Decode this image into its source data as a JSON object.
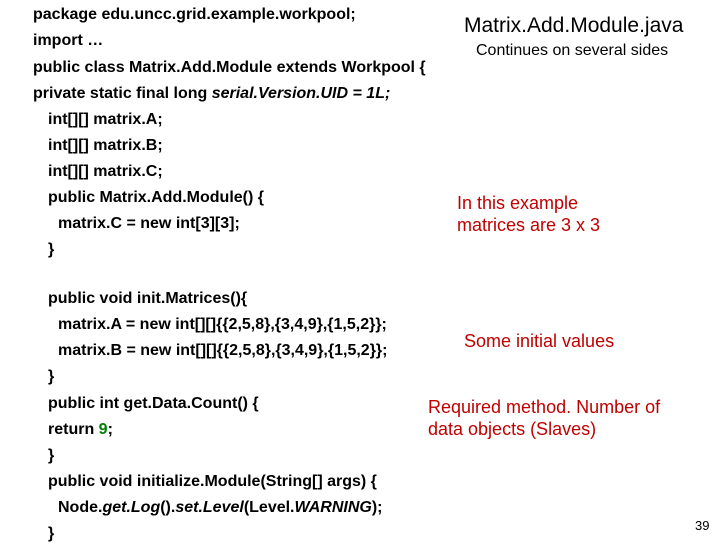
{
  "title": "Matrix.Add.Module.java",
  "subtitle": "Continues on several sides",
  "code": {
    "line1": "package edu.uncc.grid.example.workpool;",
    "line2": "import …",
    "line3": "public class Matrix.Add.Module extends Workpool {",
    "line4_a": "private static final long ",
    "line4_b": "serial.Version.UID = 1L;",
    "line5": "int[][] matrix.A;",
    "line6": "int[][] matrix.B;",
    "line7": "int[][] matrix.C;",
    "line8": "public Matrix.Add.Module() {",
    "line9": "matrix.C = new int[3][3];",
    "line10": "}",
    "line11": "public void init.Matrices(){",
    "line12": "matrix.A = new int[][]{{2,5,8},{3,4,9},{1,5,2}};",
    "line13": "matrix.B = new int[][]{{2,5,8},{3,4,9},{1,5,2}};",
    "line14": "}",
    "line15": "public int get.Data.Count() {",
    "line16_a": "return ",
    "line16_b": "9",
    "line16_c": ";",
    "line17": "}",
    "line18": "public void initialize.Module(String[] args) {",
    "line19_a": "Node.",
    "line19_b": "get.Log",
    "line19_c": "().",
    "line19_d": "set.Level",
    "line19_e": "(Level.",
    "line19_f": "WARNING",
    "line19_g": ");",
    "line20": "}"
  },
  "notes": {
    "example": "In this example\nmatrices are 3 x 3",
    "initial": "Some initial values",
    "required": "Required method. Number of\ndata objects (Slaves)"
  },
  "page_number": "39",
  "colors": {
    "note_red": "#c00000",
    "literal_green": "#008000"
  }
}
